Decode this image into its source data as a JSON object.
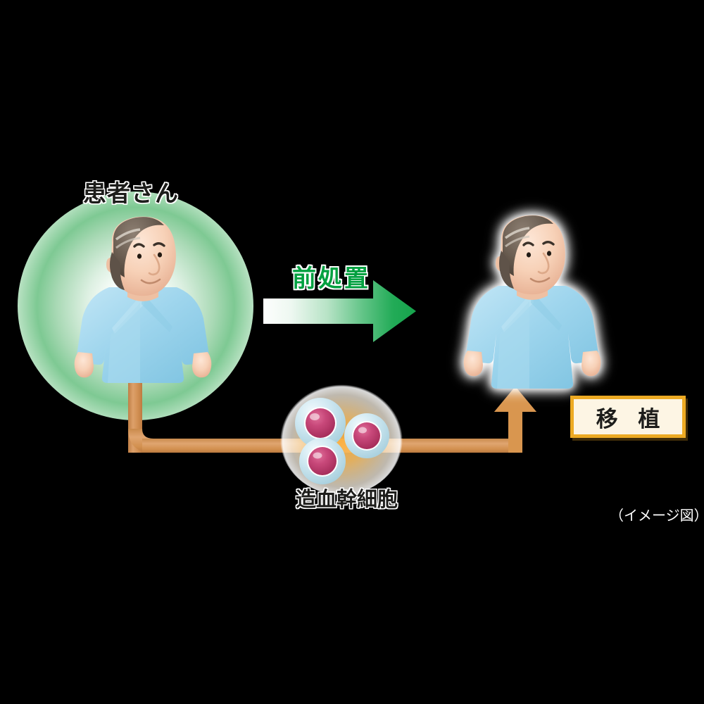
{
  "diagram": {
    "title_caption": "（イメージ図）",
    "background_color": "#000000",
    "labels": {
      "patient": "患者さん",
      "pretreatment": "前処置",
      "stem_cells": "造血幹細胞",
      "transplant": "移 植"
    },
    "colors": {
      "green_accent": "#00a040",
      "arrow_green": "#1aa84f",
      "pipe_orange": "#d69355",
      "box_border": "#edaa23",
      "box_fill": "#fdf5e4",
      "gown_blue": "#9fd4ec",
      "cell_cytoplasm": "#c5e3ec",
      "cell_nucleus": "#c03a63",
      "glow_green": "#7ec993",
      "skin": "#f6d3bb"
    },
    "nodes": [
      {
        "name": "patient-before",
        "label": "患者さん",
        "description": "man in light blue hospital gown inside green radial glow circle"
      },
      {
        "name": "stem-cells",
        "label": "造血幹細胞",
        "description": "three hematopoietic stem cells in orange radial glow circle",
        "cell_count": 3
      },
      {
        "name": "patient-after",
        "label": "",
        "description": "same man after conditioning, white halo, no green glow"
      }
    ],
    "edges": [
      {
        "name": "pretreatment-arrow",
        "label": "前処置",
        "from": "patient-before",
        "to": "patient-after",
        "style": "green-gradient-arrow"
      },
      {
        "name": "harvest-pipe",
        "label": "",
        "from": "patient-before",
        "to": "stem-cells",
        "style": "orange-pipe"
      },
      {
        "name": "transplant-arrow",
        "label": "移 植",
        "from": "stem-cells",
        "to": "patient-after",
        "style": "orange-pipe-up-arrow"
      }
    ]
  }
}
